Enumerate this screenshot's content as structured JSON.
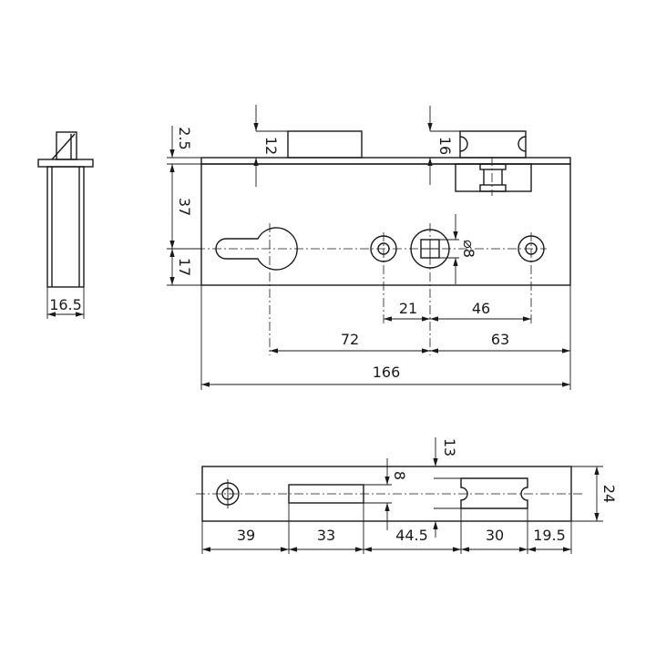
{
  "dimensions": {
    "front": {
      "plate_offset": "2.5",
      "latch_projection": "12",
      "deadbolt_projection": "16",
      "upper_height": "37",
      "lower_height": "17",
      "square_size": "⌀8",
      "spindle_to_hub": "21",
      "hub_to_right": "46",
      "cylinder_to_hub": "72",
      "hub_to_end": "63",
      "overall_length": "166"
    },
    "side": {
      "width": "16.5"
    },
    "faceplate": {
      "deadbolt_height": "13",
      "latch_height": "8",
      "plate_width": "24",
      "seg1": "39",
      "seg2": "33",
      "seg3": "44.5",
      "seg4": "30",
      "seg5": "19.5"
    }
  }
}
